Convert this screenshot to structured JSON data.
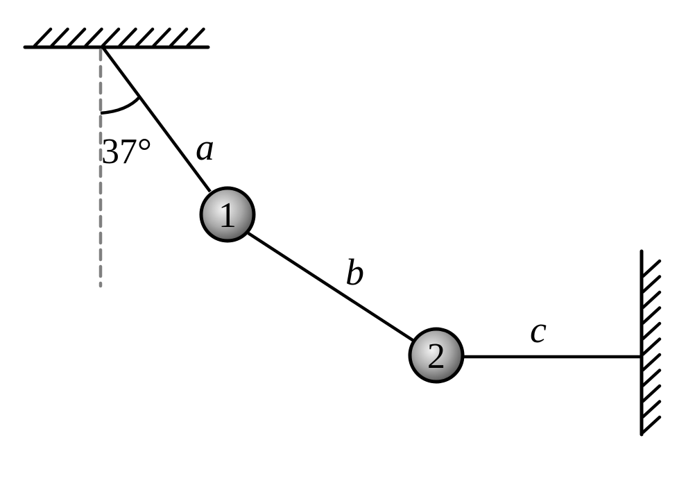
{
  "diagram": {
    "angle_label": "37°",
    "ropes": [
      {
        "id": "a",
        "label": "a"
      },
      {
        "id": "b",
        "label": "b"
      },
      {
        "id": "c",
        "label": "c"
      }
    ],
    "balls": [
      {
        "id": "1",
        "label": "1"
      },
      {
        "id": "2",
        "label": "2"
      }
    ],
    "colors": {
      "line": "#000000",
      "dashed": "#808080",
      "ball_light": "#f2f2f2",
      "ball_dark": "#5a5a5a"
    }
  }
}
